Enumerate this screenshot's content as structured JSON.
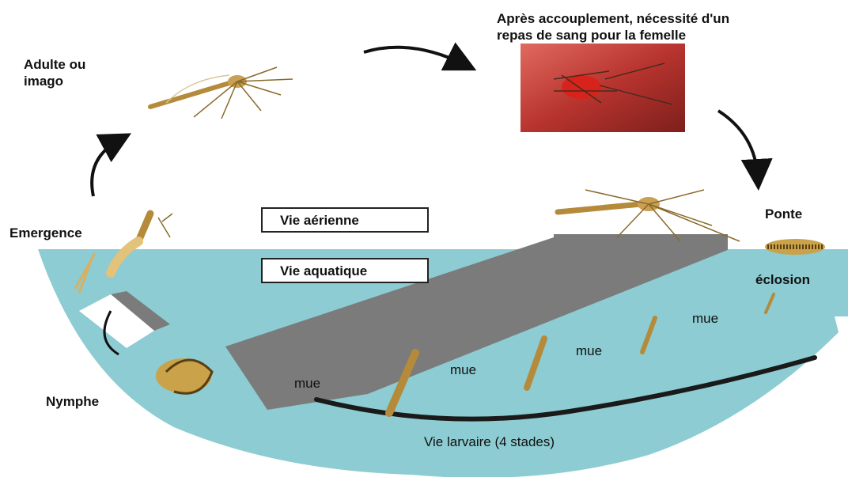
{
  "labels": {
    "adult": "Adulte ou\nimago",
    "blood_meal": "Après accouplement, nécessité d'un\nrepas de sang pour la femelle",
    "emergence": "Emergence",
    "ponte": "Ponte",
    "eclosion": "éclosion",
    "nymphe": "Nymphe",
    "aerial": "Vie aérienne",
    "aquatic": "Vie aquatique",
    "mue1": "mue",
    "mue2": "mue",
    "mue3": "mue",
    "mue4": "mue",
    "larval": "Vie larvaire (4 stades)"
  },
  "colors": {
    "water": "#8cccd2",
    "water_edge": "#ffffff",
    "grey_band": "#7b7b7b",
    "arrow": "#111111",
    "blood_photo": "#b8342f"
  }
}
